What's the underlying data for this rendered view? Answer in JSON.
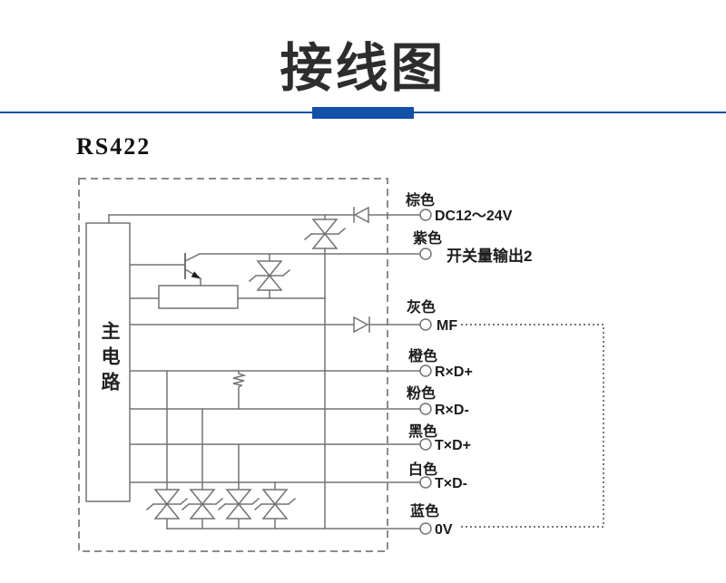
{
  "title": "接线图",
  "section_label": "RS422",
  "main_block_label": "主电路",
  "colors": {
    "accent_blue": "#1350a8",
    "line_gray": "#737373",
    "label_black": "#1b1b1b"
  },
  "terminals": [
    {
      "color_label": "棕色",
      "signal": "DC12～24V"
    },
    {
      "color_label": "紫色",
      "signal": "开关量输出2"
    },
    {
      "color_label": "灰色",
      "signal": "MF"
    },
    {
      "color_label": "橙色",
      "signal": "R×D+"
    },
    {
      "color_label": "粉色",
      "signal": "R×D-"
    },
    {
      "color_label": "黑色",
      "signal": "T×D+"
    },
    {
      "color_label": "白色",
      "signal": "T×D-"
    },
    {
      "color_label": "蓝色",
      "signal": "0V"
    }
  ]
}
